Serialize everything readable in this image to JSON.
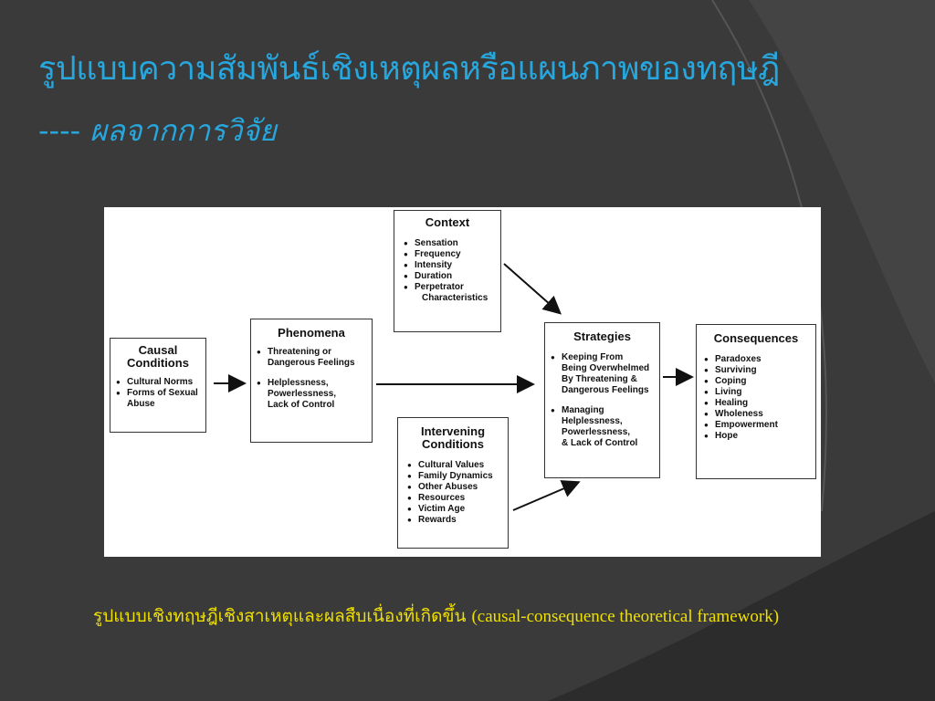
{
  "slide": {
    "title_line1": "รูปแบบความสัมพันธ์เชิงเหตุผลหรือแผนภาพของทฤษฎี",
    "title_line2_prefix": "----",
    "title_line2_italic": "ผลจากการวิจัย",
    "caption_thai": "รูปแบบเชิงทฤษฎีเชิงสาเหตุและผลสืบเนื่องที่เกิดขึ้น",
    "caption_en": "(causal-consequence theoretical framework)",
    "colors": {
      "background": "#3a3a3a",
      "title": "#27a7dd",
      "caption": "#f0e000"
    }
  },
  "diagram": {
    "causal": {
      "title_line1": "Causal",
      "title_line2": "Conditions",
      "items": [
        "Cultural Norms",
        "Forms of Sexual",
        "Abuse"
      ]
    },
    "phenomena": {
      "title": "Phenomena",
      "items": [
        "Threatening or",
        "Dangerous Feelings",
        "Helplessness,",
        "Powerlessness,",
        "Lack of Control"
      ]
    },
    "context": {
      "title": "Context",
      "items": [
        "Sensation",
        "Frequency",
        "Intensity",
        "Duration",
        "Perpetrator",
        "Characteristics"
      ]
    },
    "intervening": {
      "title_line1": "Intervening",
      "title_line2": "Conditions",
      "items": [
        "Cultural Values",
        "Family Dynamics",
        "Other Abuses",
        "Resources",
        "Victim Age",
        "Rewards"
      ]
    },
    "strategies": {
      "title": "Strategies",
      "items": [
        "Keeping From",
        "Being Overwhelmed",
        "By Threatening &",
        "Dangerous Feelings",
        "Managing",
        "Helplessness,",
        "Powerlessness,",
        "& Lack of Control"
      ]
    },
    "consequences": {
      "title": "Consequences",
      "items": [
        "Paradoxes",
        "Surviving",
        "Coping",
        "Living",
        "Healing",
        "Wholeness",
        "Empowerment",
        "Hope"
      ]
    }
  }
}
